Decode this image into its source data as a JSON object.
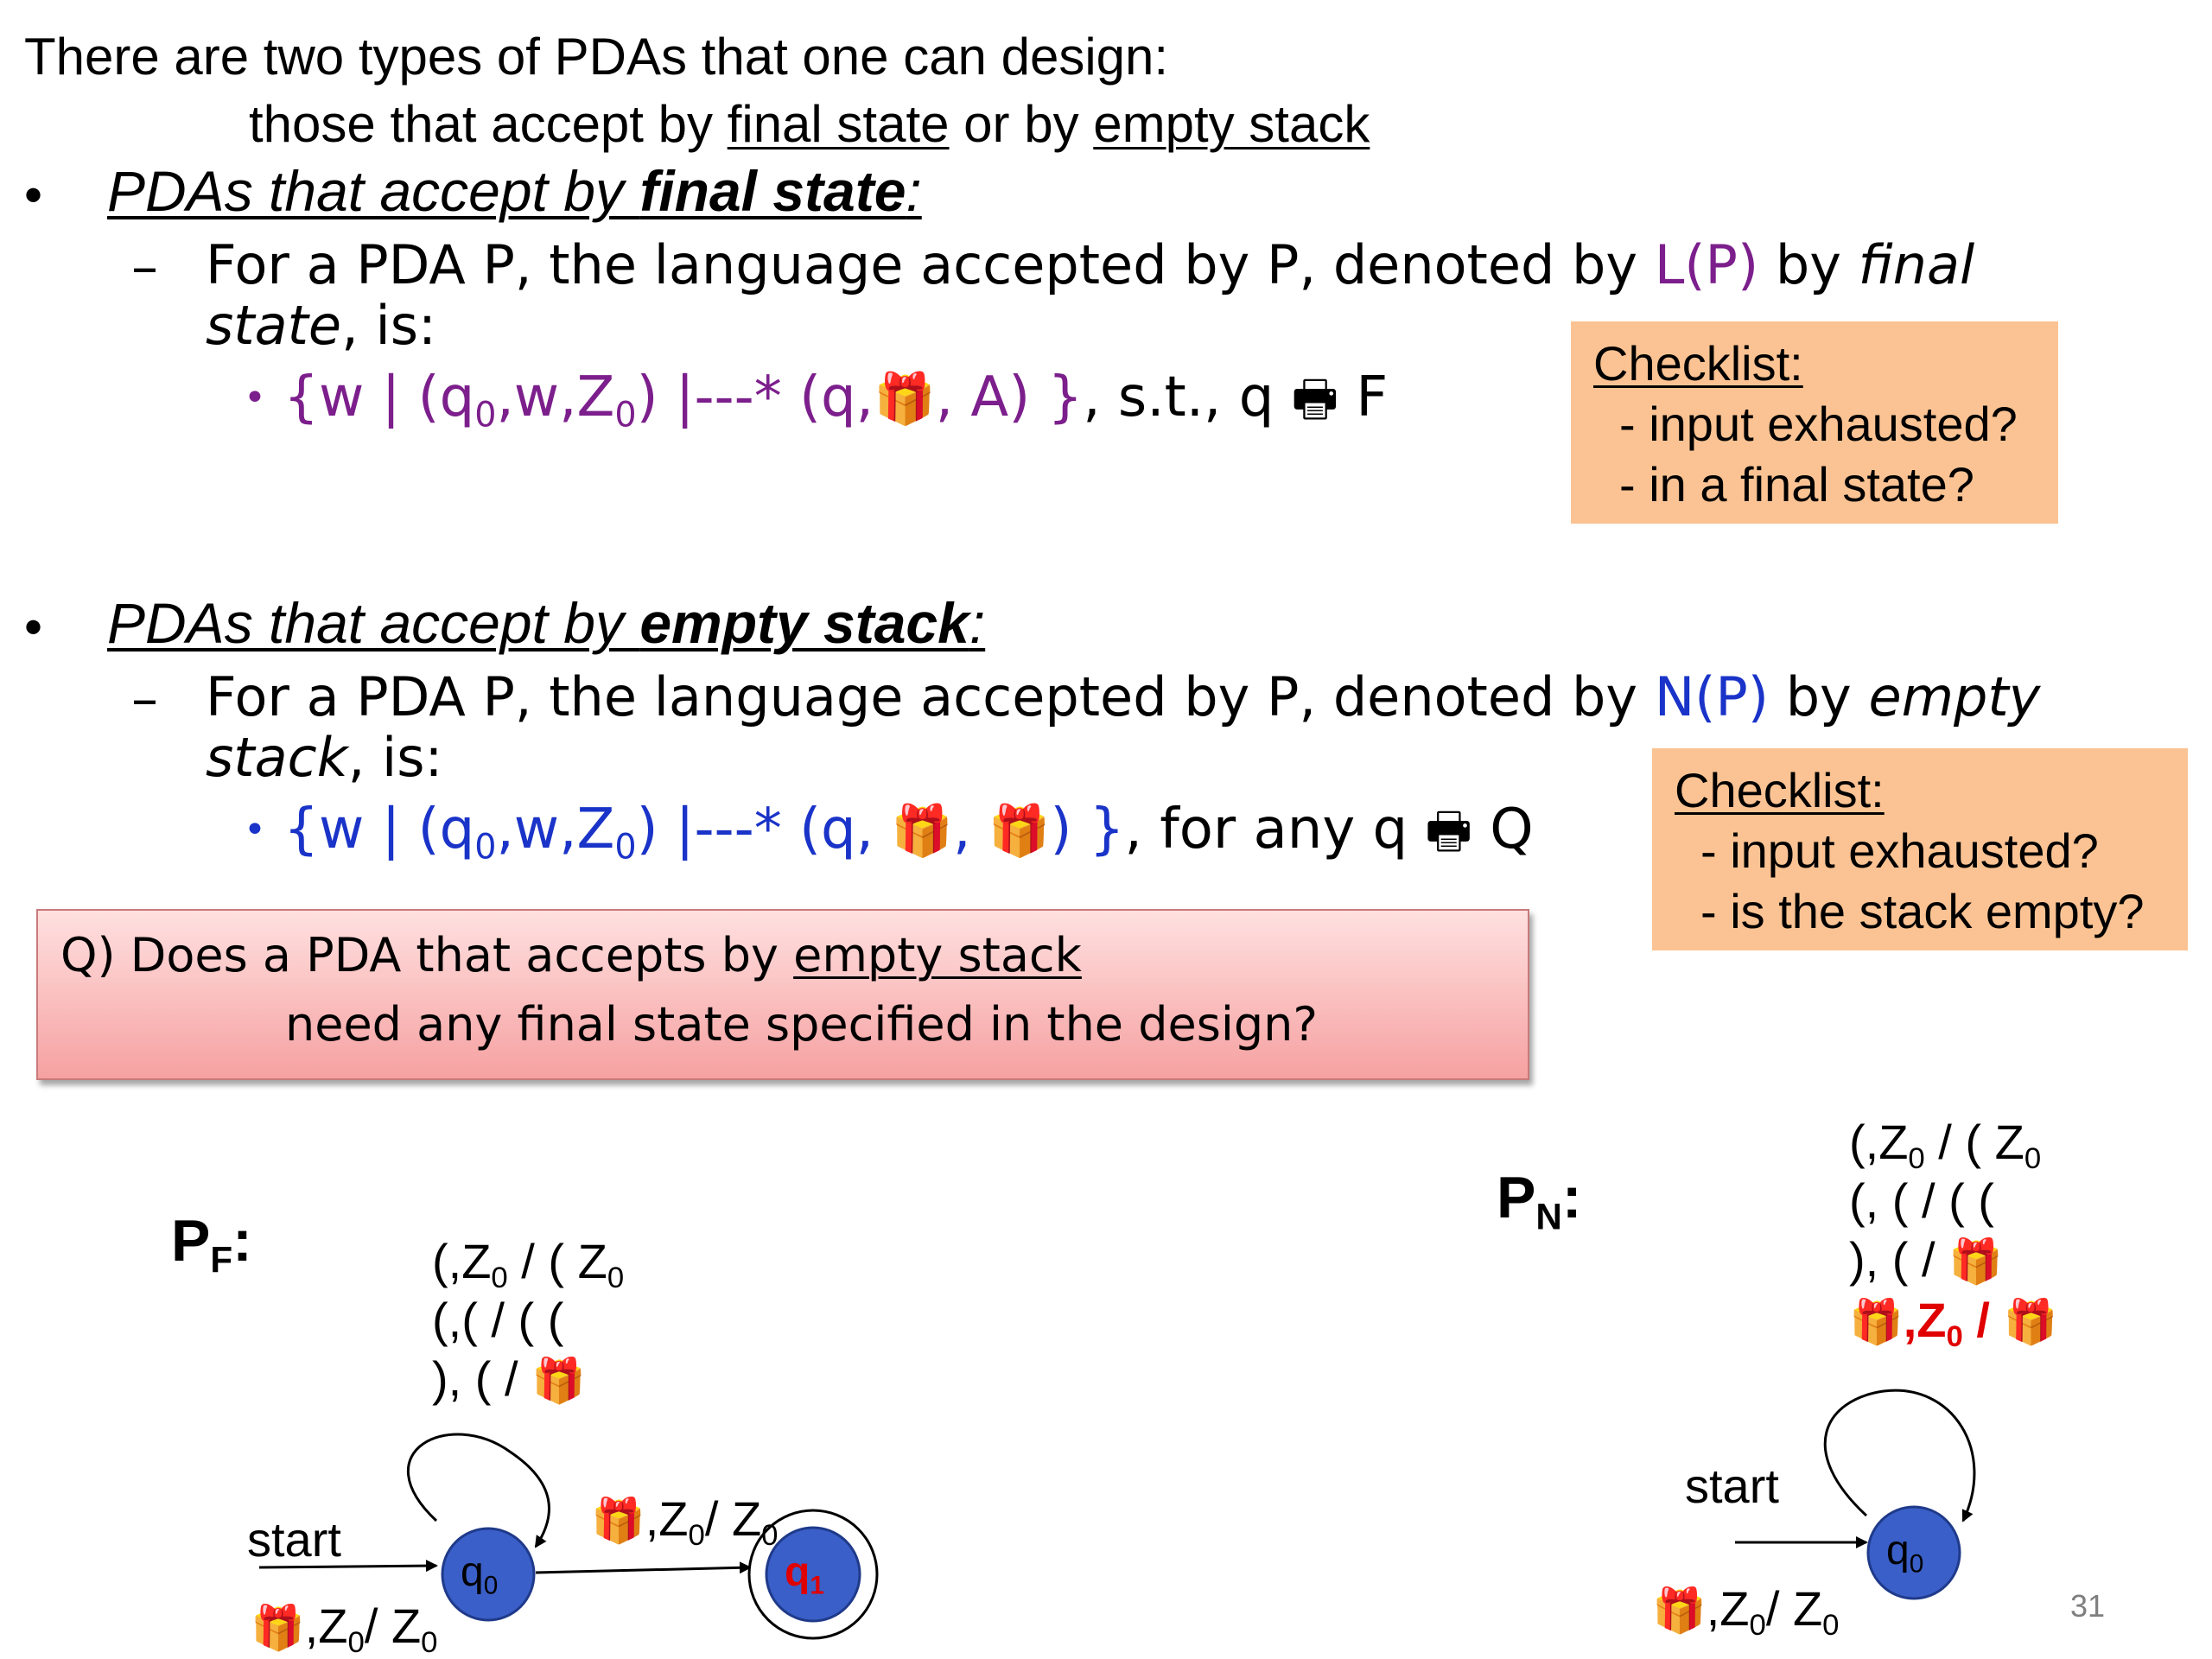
{
  "intro": {
    "line1": "There are two types of PDAs that one can design:",
    "line2_pre": "those that accept by ",
    "line2_u1": "final state",
    "line2_mid": " or by ",
    "line2_u2": "empty stack"
  },
  "final_state": {
    "bullet": "•",
    "heading_pre": "PDAs that accept by ",
    "heading_bold": "final state",
    "heading_post": ":",
    "dash": "–",
    "desc_pre": "For a PDA P, the language accepted by P, denoted by ",
    "desc_highlight": "L(P)",
    "desc_mid": " by ",
    "desc_ital1": "final",
    "desc_ital2": "state",
    "desc_post": ", is:",
    "set_bullet": "•",
    "set_a": "{w | (q",
    "set_sub0": "0",
    "set_b": ",w,Z",
    "set_sub1": "0",
    "set_c": ") |---* (q,",
    "set_eps": "🎁",
    "set_d": ", A) }",
    "set_tail": ", s.t., q ",
    "set_symbol": "🖶",
    "set_end": " F"
  },
  "checklist_final": {
    "title": "Checklist:",
    "items": [
      "- input exhausted?",
      "- in a final state?"
    ]
  },
  "empty_stack": {
    "bullet": "•",
    "heading_pre": "PDAs that accept by ",
    "heading_bold": "empty stack",
    "heading_post": ":",
    "dash": "–",
    "desc_pre": "For a PDA P, the language accepted by P, denoted by ",
    "desc_highlight": "N(P)",
    "desc_mid": " by ",
    "desc_ital1": "empty",
    "desc_ital2": "stack",
    "desc_post": ", is:",
    "set_bullet": "•",
    "set_a": "{w | (q",
    "set_sub0": "0",
    "set_b": ",w,Z",
    "set_sub1": "0",
    "set_c": ") |---* (q, ",
    "set_eps1": "🎁",
    "set_d": ", ",
    "set_eps2": "🎁",
    "set_e": ") }",
    "set_tail": ", for any q ",
    "set_symbol": "🖶",
    "set_end": " Q"
  },
  "checklist_empty": {
    "title": "Checklist:",
    "items": [
      "- input exhausted?",
      "- is the stack empty?"
    ]
  },
  "question": {
    "line1_pre": "Q) Does a PDA that accepts by ",
    "line1_u": "empty stack",
    "line2": "need any final state specified in the design?"
  },
  "pf": {
    "label": "P",
    "label_sub": "F",
    "label_colon": ":",
    "loop_lines": [
      {
        "a": "(,Z",
        "s": "0",
        "b": " / ( Z",
        "s2": "0"
      },
      {
        "a": "(,( / ( (",
        "s": "",
        "b": "",
        "s2": ""
      },
      {
        "a": "), ( / ",
        "s": "",
        "b": "🎁",
        "s2": ""
      }
    ],
    "start": "start",
    "state_q0": "q",
    "state_q0_sub": "0",
    "state_q1": "q",
    "state_q1_sub": "1",
    "edge_eps": "🎁",
    "edge_a": ",Z",
    "edge_sub": "0",
    "edge_b": "/ Z",
    "edge_sub2": "0",
    "bottom_eps": "🎁",
    "bottom_a": ",Z",
    "bottom_sub": "0",
    "bottom_b": "/ Z",
    "bottom_sub2": "0"
  },
  "pn": {
    "label": "P",
    "label_sub": "N",
    "label_colon": ":",
    "loop_l1_a": "(,Z",
    "loop_l1_s": "0",
    "loop_l1_b": " / ( Z",
    "loop_l1_s2": "0",
    "loop_l2": "(, ( / ( (",
    "loop_l3_a": "), ( / ",
    "loop_l3_eps": "🎁",
    "loop_l4_eps": "🎁",
    "loop_l4_a": ",Z",
    "loop_l4_s": "0",
    "loop_l4_b": " / ",
    "loop_l4_eps2": "🎁",
    "start": "start",
    "state_q0": "q",
    "state_q0_sub": "0",
    "bottom_eps": "🎁",
    "bottom_a": ",Z",
    "bottom_sub": "0",
    "bottom_b": "/ Z",
    "bottom_sub2": "0"
  },
  "page_number": "31",
  "colors": {
    "purple": "#7c1f8c",
    "blue": "#1a33c8",
    "red": "#e00000",
    "checklist_bg": "#fbc393",
    "question_bg": "#f6a1a1",
    "state_fill": "#3a5fc8"
  }
}
